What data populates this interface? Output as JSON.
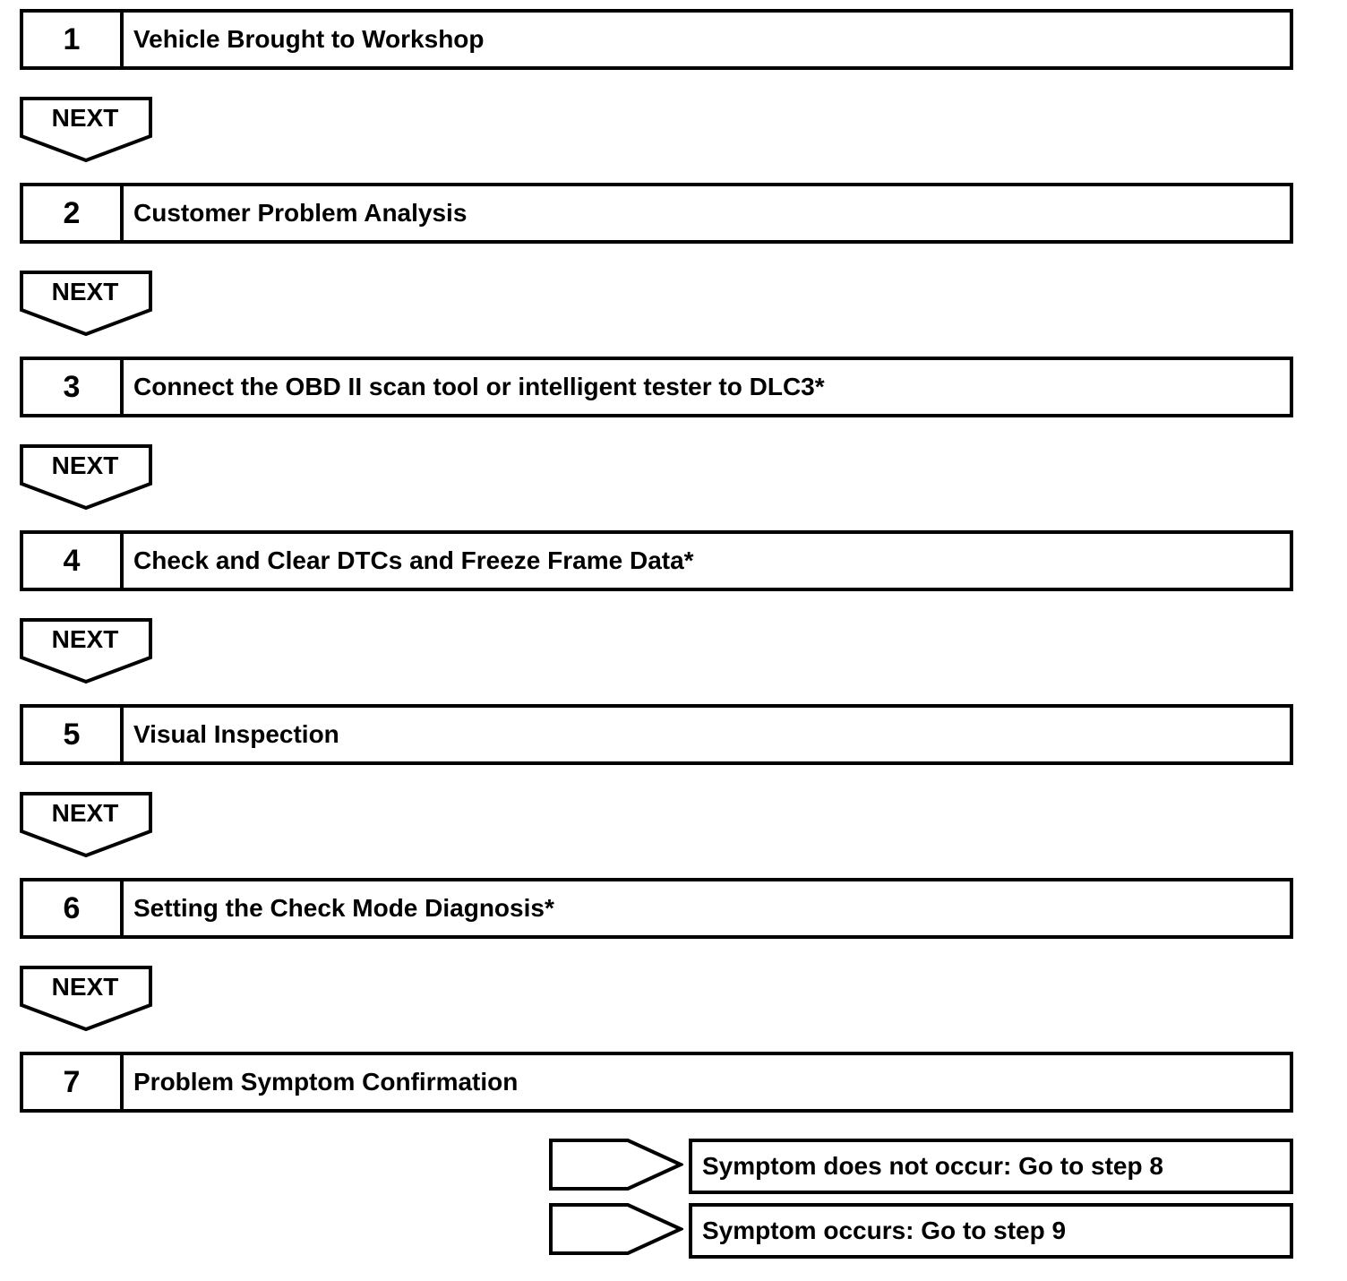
{
  "steps": [
    {
      "number": "1",
      "label": "Vehicle Brought to Workshop"
    },
    {
      "number": "2",
      "label": "Customer Problem Analysis"
    },
    {
      "number": "3",
      "label": "Connect the OBD II scan tool or intelligent tester to DLC3*"
    },
    {
      "number": "4",
      "label": "Check and Clear DTCs and Freeze Frame Data*"
    },
    {
      "number": "5",
      "label": "Visual Inspection"
    },
    {
      "number": "6",
      "label": "Setting the Check Mode Diagnosis*"
    },
    {
      "number": "7",
      "label": "Problem Symptom Confirmation"
    }
  ],
  "next_label": "NEXT",
  "branches": [
    {
      "label": "Symptom does not occur: Go to step 8"
    },
    {
      "label": "Symptom occurs: Go to step 9"
    }
  ]
}
